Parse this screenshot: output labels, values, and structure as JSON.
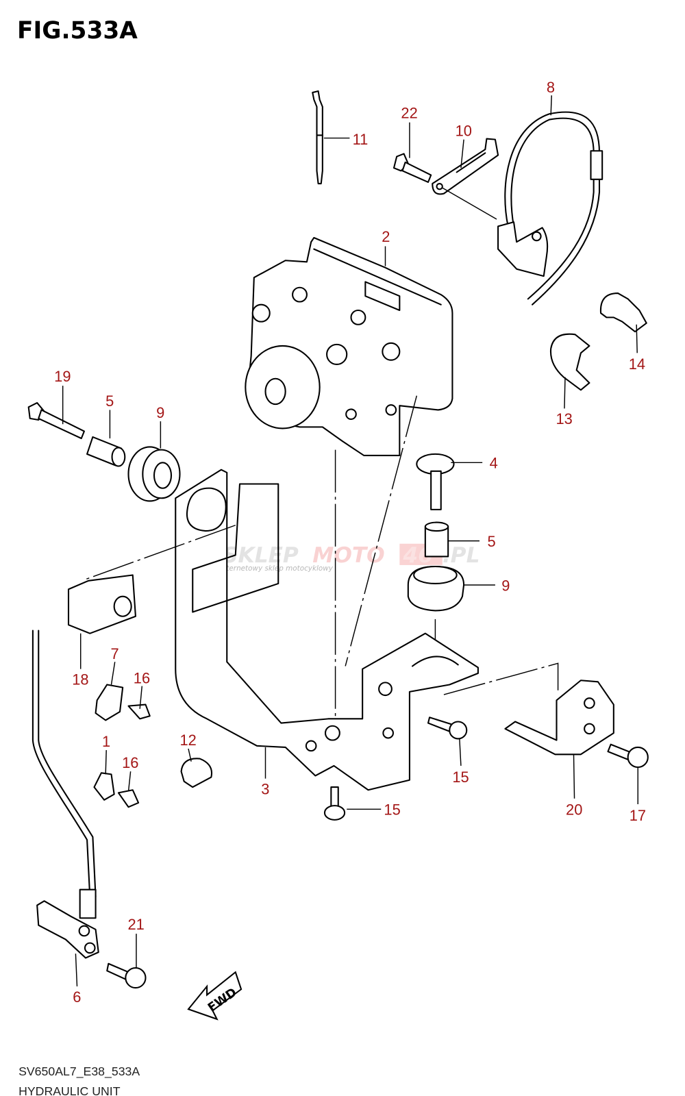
{
  "figure": {
    "title": "FIG.533A",
    "code": "SV650AL7_E38_533A",
    "name": "HYDRAULIC UNIT"
  },
  "watermark": {
    "part1": "SKLEP",
    "part2": "MOTO",
    "part3": "46",
    "part4": ".PL",
    "tagline": "internetowy sklep motocyklowy"
  },
  "fwd_label": "FWD",
  "colors": {
    "callout": "#a31515",
    "line": "#000000",
    "watermark_grey": "#b0b0b0",
    "watermark_red": "#f08080"
  },
  "callouts": [
    {
      "id": "22"
    },
    {
      "id": "10"
    },
    {
      "id": "8"
    },
    {
      "id": "11"
    },
    {
      "id": "2"
    },
    {
      "id": "19"
    },
    {
      "id": "5"
    },
    {
      "id": "9"
    },
    {
      "id": "14"
    },
    {
      "id": "13"
    },
    {
      "id": "4"
    },
    {
      "id": "5"
    },
    {
      "id": "9"
    },
    {
      "id": "18"
    },
    {
      "id": "7"
    },
    {
      "id": "16"
    },
    {
      "id": "1"
    },
    {
      "id": "16"
    },
    {
      "id": "12"
    },
    {
      "id": "3"
    },
    {
      "id": "15"
    },
    {
      "id": "15"
    },
    {
      "id": "20"
    },
    {
      "id": "17"
    },
    {
      "id": "21"
    },
    {
      "id": "6"
    }
  ]
}
